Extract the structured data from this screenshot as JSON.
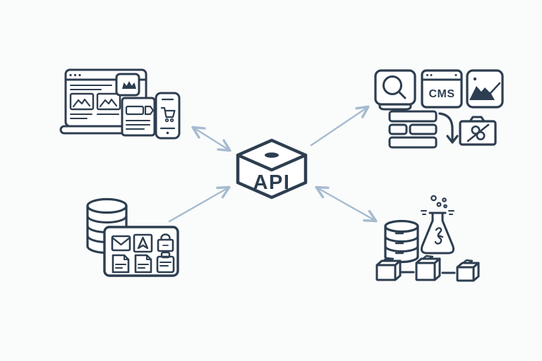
{
  "title": "API integration diagram",
  "colors": {
    "background": "#fafbfb",
    "ink": "#2d3e50",
    "arrow": "#a6bbd0"
  },
  "center": {
    "label": "API",
    "shape": "isometric-box"
  },
  "clusters": {
    "top_left": {
      "name": "websites-and-mobile-commerce",
      "icons": [
        "laptop-browser-icon",
        "featured-badge-icon",
        "image-placeholder-icon",
        "product-card-icon",
        "tag-icon",
        "smartphone-icon",
        "shopping-cart-icon"
      ]
    },
    "top_right": {
      "name": "content-management-tools",
      "cms_label": "CMS",
      "icons": [
        "search-icon",
        "cms-window-icon",
        "media-image-icon",
        "layout-blocks-icon",
        "flow-down-arrow-icon",
        "restricted-folder-icon"
      ]
    },
    "bottom_left": {
      "name": "databases-and-business-apps",
      "icons": [
        "database-stack-icon",
        "mail-icon",
        "navigation-arrow-icon",
        "shopping-bag-icon",
        "document-icon",
        "document-icon",
        "briefcase-icon"
      ]
    },
    "bottom_right": {
      "name": "data-science-lab",
      "icons": [
        "database-icon",
        "lab-flask-icon",
        "bubbles-icon",
        "package-cube-icon",
        "package-cube-icon",
        "package-cube-icon"
      ]
    }
  },
  "arrows": [
    {
      "name": "arrow-top-left",
      "type": "double-headed"
    },
    {
      "name": "arrow-top-right",
      "type": "single-headed-toward-cluster"
    },
    {
      "name": "arrow-bottom-left",
      "type": "single-headed-toward-center"
    },
    {
      "name": "arrow-bottom-right",
      "type": "double-headed"
    }
  ]
}
